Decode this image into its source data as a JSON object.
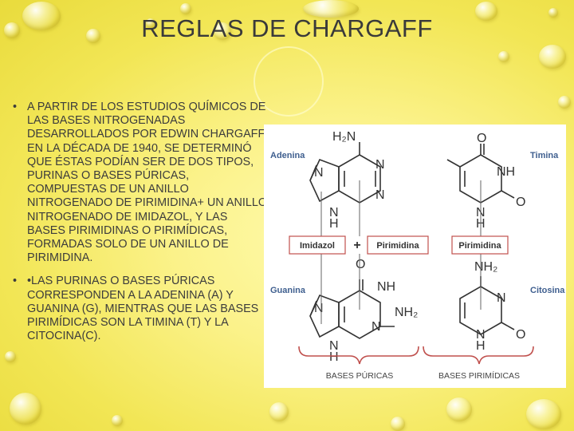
{
  "slide": {
    "title": "REGLAS DE CHARGAFF",
    "bullets": [
      "A PARTIR DE LOS ESTUDIOS QUÍMICOS DE LAS BASES NITROGENADAS DESARROLLADOS POR EDWIN CHARGAFF EN LA DÉCADA DE 1940, SE DETERMINÓ QUE ÉSTAS PODÍAN SER DE DOS TIPOS, PURINAS O BASES PÚRICAS, COMPUESTAS DE UN ANILLO NITROGENADO DE PIRIMIDINA+ UN ANILLO NITROGENADO DE IMIDAZOL, Y LAS BASES PIRIMIDINAS O PIRIMÍDICAS, FORMADAS SOLO DE UN ANILLO DE PIRIMIDINA.",
      "•LAS PURINAS O BASES PÚRICAS CORRESPONDEN A LA ADENINA (A) Y GUANINA (G), MIENTRAS QUE LAS BASES PIRIMÍDICAS SON LA TIMINA (T) Y LA CITOCINA(C)."
    ]
  },
  "figure": {
    "adenina": "Adenina",
    "timina": "Timina",
    "guanina": "Guanina",
    "citosina": "Citosina",
    "imidazol": "Imidazol",
    "plus": "+",
    "pirimidina_left": "Pirimidina",
    "pirimidina_right": "Pirimidina",
    "bases_puricas": "BASES PÚRICAS",
    "bases_pirimidicas": "BASES PIRIMÍDICAS",
    "label_color": "#3f5f8f",
    "box_color": "#c0504d"
  }
}
